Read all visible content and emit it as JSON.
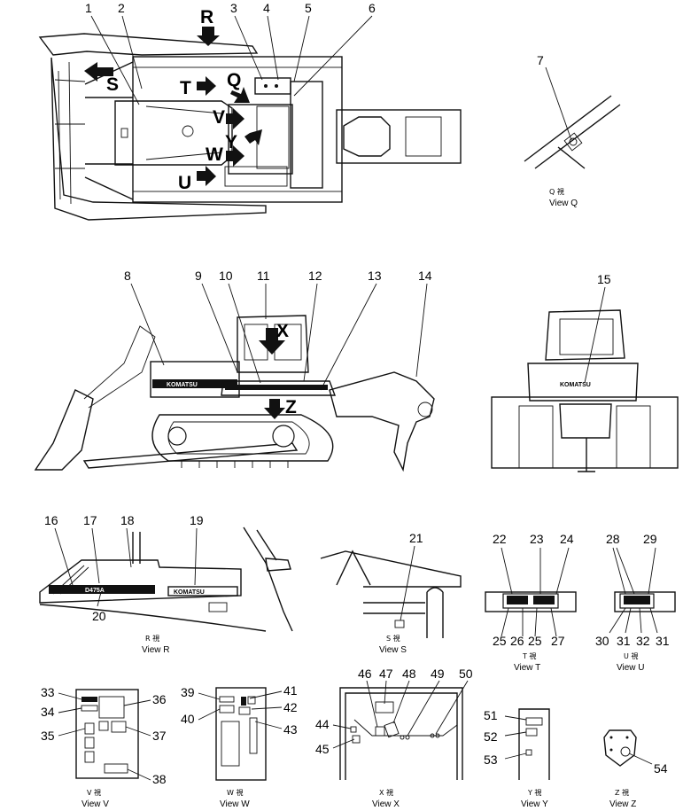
{
  "callouts": [
    "1",
    "2",
    "3",
    "4",
    "5",
    "6",
    "7",
    "8",
    "9",
    "10",
    "11",
    "12",
    "13",
    "14",
    "15",
    "16",
    "17",
    "18",
    "19",
    "20",
    "21",
    "22",
    "23",
    "24",
    "25",
    "26",
    "25",
    "27",
    "28",
    "29",
    "30",
    "31",
    "32",
    "31",
    "33",
    "34",
    "35",
    "36",
    "37",
    "38",
    "39",
    "40",
    "41",
    "42",
    "43",
    "44",
    "45",
    "46",
    "47",
    "48",
    "49",
    "50",
    "51",
    "52",
    "53",
    "54"
  ],
  "view_letters": [
    "R",
    "S",
    "T",
    "Q",
    "V",
    "Y",
    "W",
    "U",
    "X",
    "Z"
  ],
  "views": [
    {
      "jp": "Q 視",
      "en": "View Q"
    },
    {
      "jp": "R 視",
      "en": "View R"
    },
    {
      "jp": "S 視",
      "en": "View S"
    },
    {
      "jp": "T 視",
      "en": "View T"
    },
    {
      "jp": "U 視",
      "en": "View U"
    },
    {
      "jp": "V 視",
      "en": "View V"
    },
    {
      "jp": "W 視",
      "en": "View W"
    },
    {
      "jp": "X 視",
      "en": "View X"
    },
    {
      "jp": "Y 視",
      "en": "View Y"
    },
    {
      "jp": "Z 視",
      "en": "View Z"
    }
  ],
  "brand": "KOMATSU",
  "model": "D475A"
}
